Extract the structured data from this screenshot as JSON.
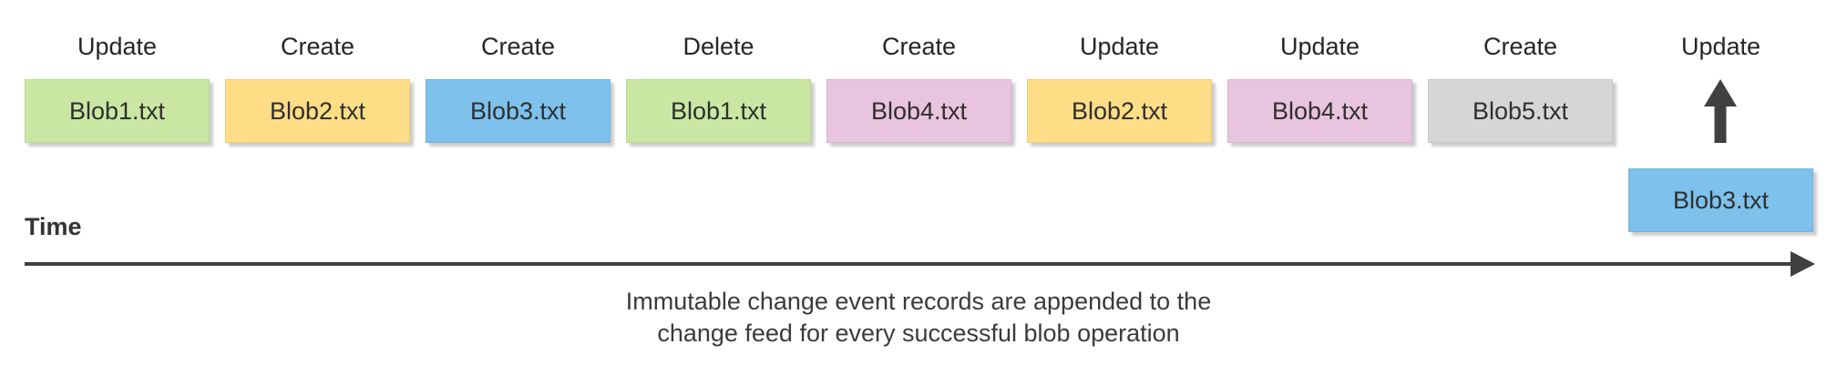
{
  "events": [
    {
      "operation": "Update",
      "blob": "Blob1.txt",
      "color": "#c9e7a2"
    },
    {
      "operation": "Create",
      "blob": "Blob2.txt",
      "color": "#fedd87"
    },
    {
      "operation": "Create",
      "blob": "Blob3.txt",
      "color": "#7dc1ec"
    },
    {
      "operation": "Delete",
      "blob": "Blob1.txt",
      "color": "#c9e7a2"
    },
    {
      "operation": "Create",
      "blob": "Blob4.txt",
      "color": "#e9c4de"
    },
    {
      "operation": "Update",
      "blob": "Blob2.txt",
      "color": "#fedd87"
    },
    {
      "operation": "Update",
      "blob": "Blob4.txt",
      "color": "#e9c4de"
    },
    {
      "operation": "Create",
      "blob": "Blob5.txt",
      "color": "#d6d6d4"
    },
    {
      "operation": "Update",
      "blob": "Blob3.txt",
      "color": "#7dc1ec",
      "appending": true
    }
  ],
  "time_axis": {
    "label": "Time"
  },
  "caption": {
    "line1": "Immutable change event records are appended to the",
    "line2": "change feed for every successful blob operation"
  },
  "colors": {
    "axis_arrow": "#404040",
    "up_arrow": "#404040"
  }
}
